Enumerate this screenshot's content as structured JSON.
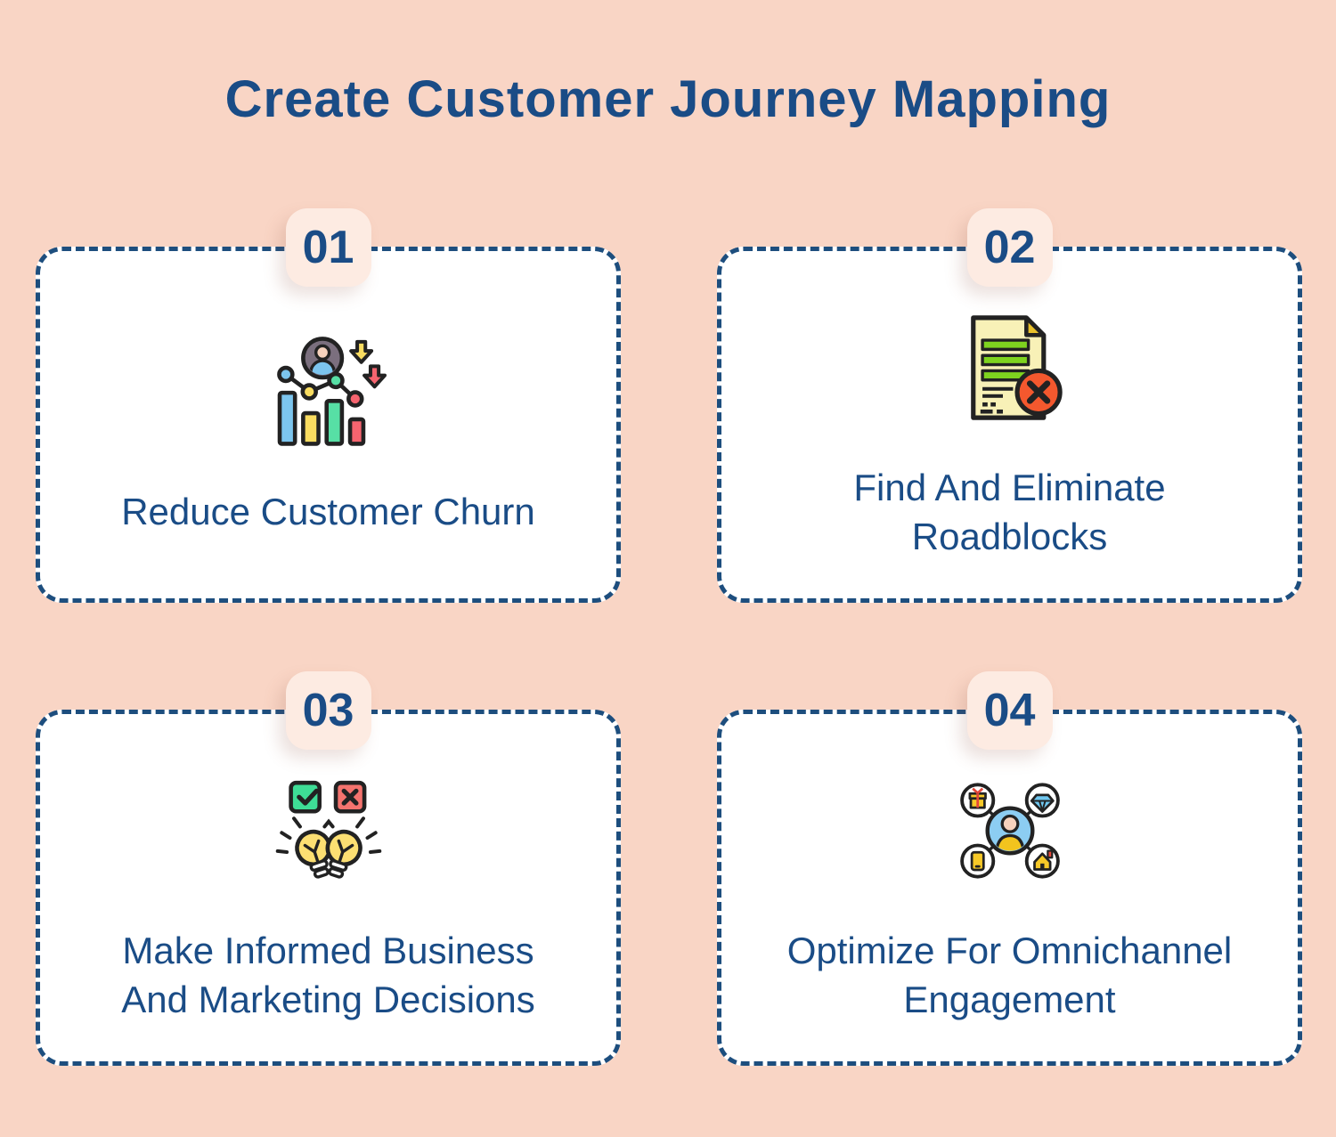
{
  "title": "Create Customer Journey Mapping",
  "cards": [
    {
      "number": "01",
      "label": "Reduce Customer Churn",
      "icon": "churn-analytics-icon"
    },
    {
      "number": "02",
      "label": "Find And Eliminate\nRoadblocks",
      "icon": "document-error-icon"
    },
    {
      "number": "03",
      "label": "Make Informed Business\nAnd Marketing Decisions",
      "icon": "decision-lightbulbs-icon"
    },
    {
      "number": "04",
      "label": "Optimize For Omnichannel\nEngagement",
      "icon": "omnichannel-network-icon"
    }
  ],
  "colors": {
    "background": "#f9d5c5",
    "card_background": "#ffffff",
    "card_border": "#1d4e7e",
    "badge_background": "#fdebe2",
    "text_navy": "#1a4c86",
    "icon_outline": "#222222",
    "icon_blue": "#7cc5ee",
    "icon_yellow": "#f9dc60",
    "icon_green": "#57dfa5",
    "icon_red": "#f6646f",
    "icon_paper_yellow": "#f8f1b7",
    "icon_fold_yellow": "#e9c12b",
    "icon_bar_green": "#7ed31f",
    "icon_error_red": "#f4582e",
    "icon_check_green": "#3edd96",
    "icon_cross_red": "#f4736e",
    "icon_bulb_yellow": "#fcdf72",
    "icon_gold": "#f7c928",
    "icon_accent_red": "#e3473a",
    "icon_skin": "#f7d2bd"
  }
}
